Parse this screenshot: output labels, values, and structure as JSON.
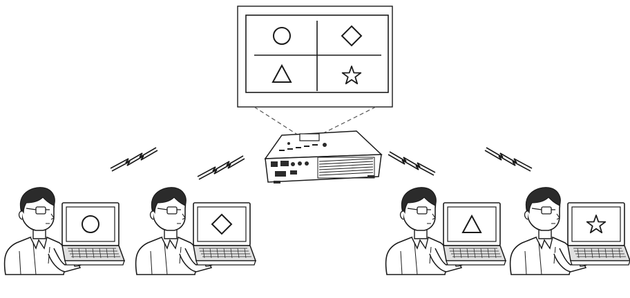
{
  "scene": {
    "type": "wireless multi-PC projection illustration",
    "projected_screen": {
      "quadrants": [
        {
          "position": "top-left",
          "symbol": "circle"
        },
        {
          "position": "top-right",
          "symbol": "diamond"
        },
        {
          "position": "bottom-left",
          "symbol": "triangle"
        },
        {
          "position": "bottom-right",
          "symbol": "star"
        }
      ]
    },
    "projector": {
      "icon": "projector-icon"
    },
    "wireless_links": [
      {
        "icon": "wireless-signal-icon"
      },
      {
        "icon": "wireless-signal-icon"
      },
      {
        "icon": "wireless-signal-icon"
      },
      {
        "icon": "wireless-signal-icon"
      }
    ],
    "users": [
      {
        "icon": "user-with-laptop-icon",
        "laptop_symbol": "circle"
      },
      {
        "icon": "user-with-laptop-icon",
        "laptop_symbol": "diamond"
      },
      {
        "icon": "user-with-laptop-icon",
        "laptop_symbol": "triangle"
      },
      {
        "icon": "user-with-laptop-icon",
        "laptop_symbol": "star"
      }
    ],
    "colors": {
      "line": "#1a1a1a",
      "fill": "#ffffff",
      "shade": "#d9d9d9",
      "projector_dark": "#2b2b2b"
    }
  }
}
